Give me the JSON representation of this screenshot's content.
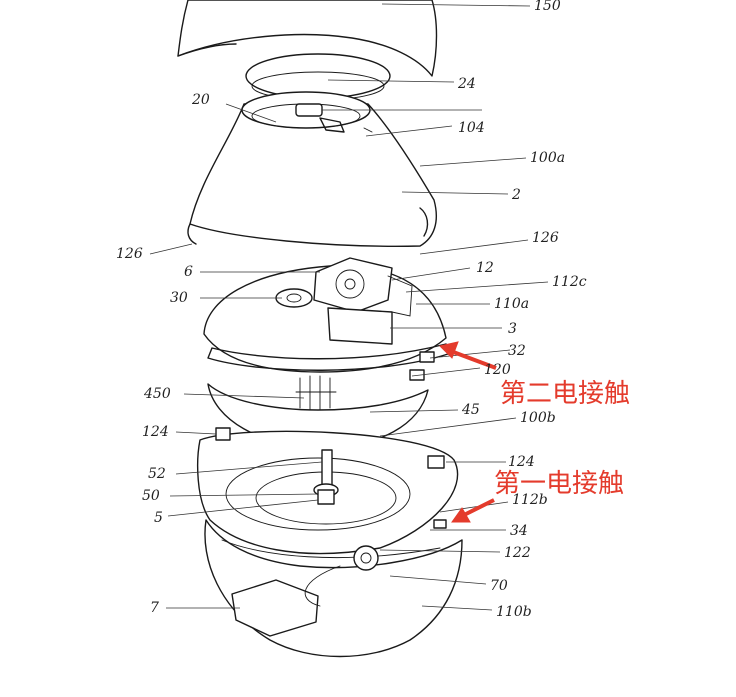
{
  "colors": {
    "ink": "#1a1a1a",
    "annotation": "#e43b2c",
    "background": "#ffffff"
  },
  "labels": {
    "l150": "150",
    "l24": "24",
    "l20": "20",
    "l104": "104",
    "l100a": "100a",
    "l2": "2",
    "l126_left": "126",
    "l126_right": "126",
    "l6": "6",
    "l12": "12",
    "l112c": "112c",
    "l30": "30",
    "l110a": "110a",
    "l3": "3",
    "l32": "32",
    "l120": "120",
    "l450": "450",
    "l45": "45",
    "l100b": "100b",
    "l124_left": "124",
    "l124_right": "124",
    "l52": "52",
    "l50": "50",
    "l5": "5",
    "l112b": "112b",
    "l34": "34",
    "l122": "122",
    "l70": "70",
    "l7": "7",
    "l110b": "110b"
  },
  "annotations": {
    "second_contact": "第二电接触",
    "first_contact": "第一电接触"
  }
}
